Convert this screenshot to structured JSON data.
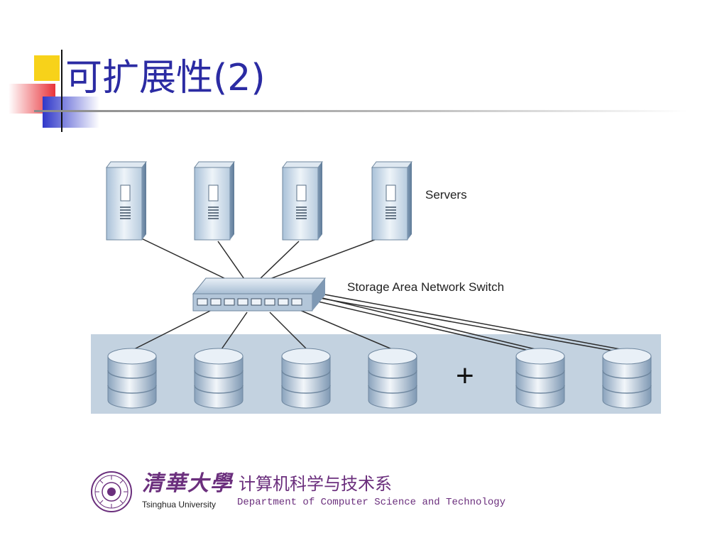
{
  "slide": {
    "title": "可扩展性(2)"
  },
  "diagram": {
    "servers_label": "Servers",
    "switch_label": "Storage Area Network Switch",
    "plus_symbol": "+",
    "server_count": 4,
    "storage_left_count": 4,
    "storage_right_count": 2
  },
  "footer": {
    "university_cn": "清華大學",
    "university_en": "Tsinghua University",
    "department_cn": "计算机科学与技术系",
    "department_en": "Department of Computer Science and Technology"
  },
  "colors": {
    "title": "#2b2ba3",
    "footer_purple": "#6b2f7d",
    "storage_band": "#c3d2e0"
  }
}
